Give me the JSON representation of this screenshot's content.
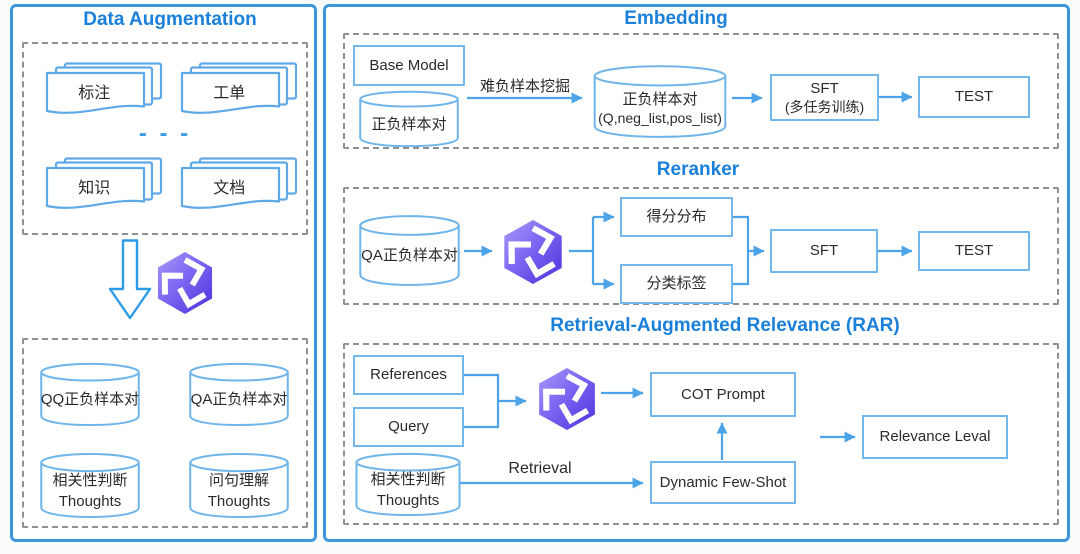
{
  "colors": {
    "panel_border": "#3e96dd",
    "title_blue": "#1b80d9",
    "shape_border": "#74b7ea",
    "arrow_blue": "#4da3e8",
    "dashed_gray": "#8d9299",
    "logo_purple_light": "#a89cfa",
    "logo_purple_dark": "#4b32dc",
    "text_dark": "#2a2a2a"
  },
  "data_augmentation": {
    "title": "Data Augmentation",
    "sources": [
      {
        "label": "标注"
      },
      {
        "label": "工单"
      },
      {
        "label": "知识"
      },
      {
        "label": "文档"
      }
    ],
    "ellipsis": "- - -",
    "outputs": [
      {
        "line1": "QQ正负样本对"
      },
      {
        "line1": "QA正负样本对"
      },
      {
        "line1": "相关性判断",
        "line2": "Thoughts"
      },
      {
        "line1": "问句理解",
        "line2": "Thoughts"
      }
    ]
  },
  "embedding": {
    "title": "Embedding",
    "base_model": "Base Model",
    "seed_cylinder": "正负样本对",
    "mining_arrow_label": "难负样本挖掘",
    "mined_cylinder_line1": "正负样本对",
    "mined_cylinder_line2": "(Q,neg_list,pos_list)",
    "sft_line1": "SFT",
    "sft_line2": "(多任务训练)",
    "test": "TEST"
  },
  "reranker": {
    "title": "Reranker",
    "input_cylinder": "QA正负样本对",
    "branch_top": "得分分布",
    "branch_bottom": "分类标签",
    "sft": "SFT",
    "test": "TEST"
  },
  "rar": {
    "title": "Retrieval-Augmented Relevance (RAR)",
    "references": "References",
    "query": "Query",
    "cot_prompt": "COT Prompt",
    "thoughts_line1": "相关性判断",
    "thoughts_line2": "Thoughts",
    "retrieval_label": "Retrieval",
    "dynamic_few_shot": "Dynamic Few-Shot",
    "relevance_level": "Relevance Leval"
  }
}
